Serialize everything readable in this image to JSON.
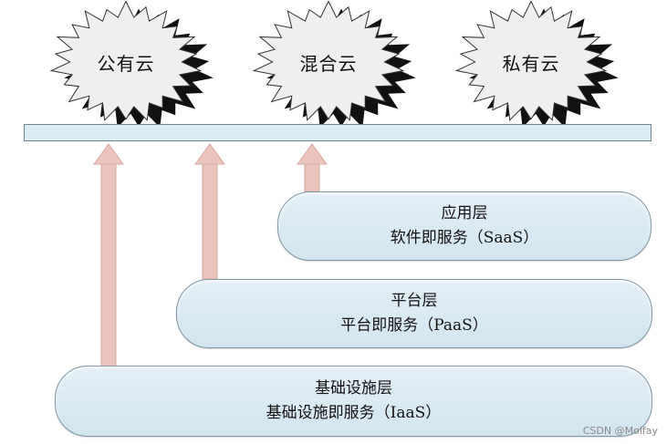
{
  "clouds": [
    {
      "label": "公有云"
    },
    {
      "label": "混合云"
    },
    {
      "label": "私有云"
    }
  ],
  "layers": {
    "saas": {
      "name": "应用层",
      "service": "软件即服务（SaaS）"
    },
    "paas": {
      "name": "平台层",
      "service": "平台即服务（PaaS）"
    },
    "iaas": {
      "name": "基础设施层",
      "service": "基础设施即服务（IaaS）"
    }
  },
  "watermark": "CSDN @Molfay",
  "colors": {
    "cloud_fill": "#efefef",
    "cloud_shadow": "#111111",
    "layer_fill": "#dcebf3",
    "arrow": "#ecc4bd"
  }
}
